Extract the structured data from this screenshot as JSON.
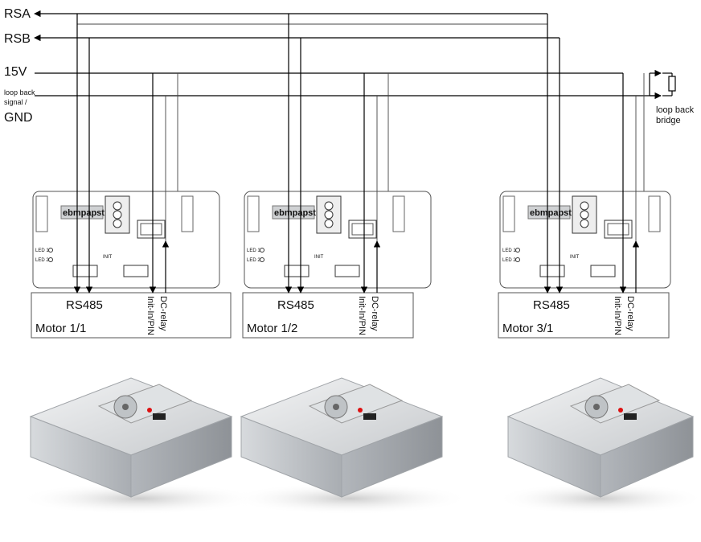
{
  "signals": {
    "rsa": "RSA",
    "rsb": "RSB",
    "v15": "15V",
    "loopback_line1": "loop back",
    "loopback_line2": "signal /",
    "gnd": "GND"
  },
  "bridge": {
    "line1": "loop back",
    "line2": "bridge"
  },
  "board": {
    "brand": "ebmpapst",
    "led1": "LED 1",
    "led2": "LED 2",
    "init": "INIT"
  },
  "motors": [
    {
      "name": "Motor 1/1",
      "bus": "RS485",
      "pin": "Init-In/PIN",
      "relay": "DC-relay"
    },
    {
      "name": "Motor 1/2",
      "bus": "RS485",
      "pin": "Init-In/PIN",
      "relay": "DC-relay"
    },
    {
      "name": "Motor 3/1",
      "bus": "RS485",
      "pin": "Init-In/PIN",
      "relay": "DC-relay"
    }
  ],
  "colors": {
    "wire": "#000000",
    "unit_top": "#e2e4e6",
    "unit_front": "#c9ccd0",
    "unit_side": "#aeb2b7"
  }
}
